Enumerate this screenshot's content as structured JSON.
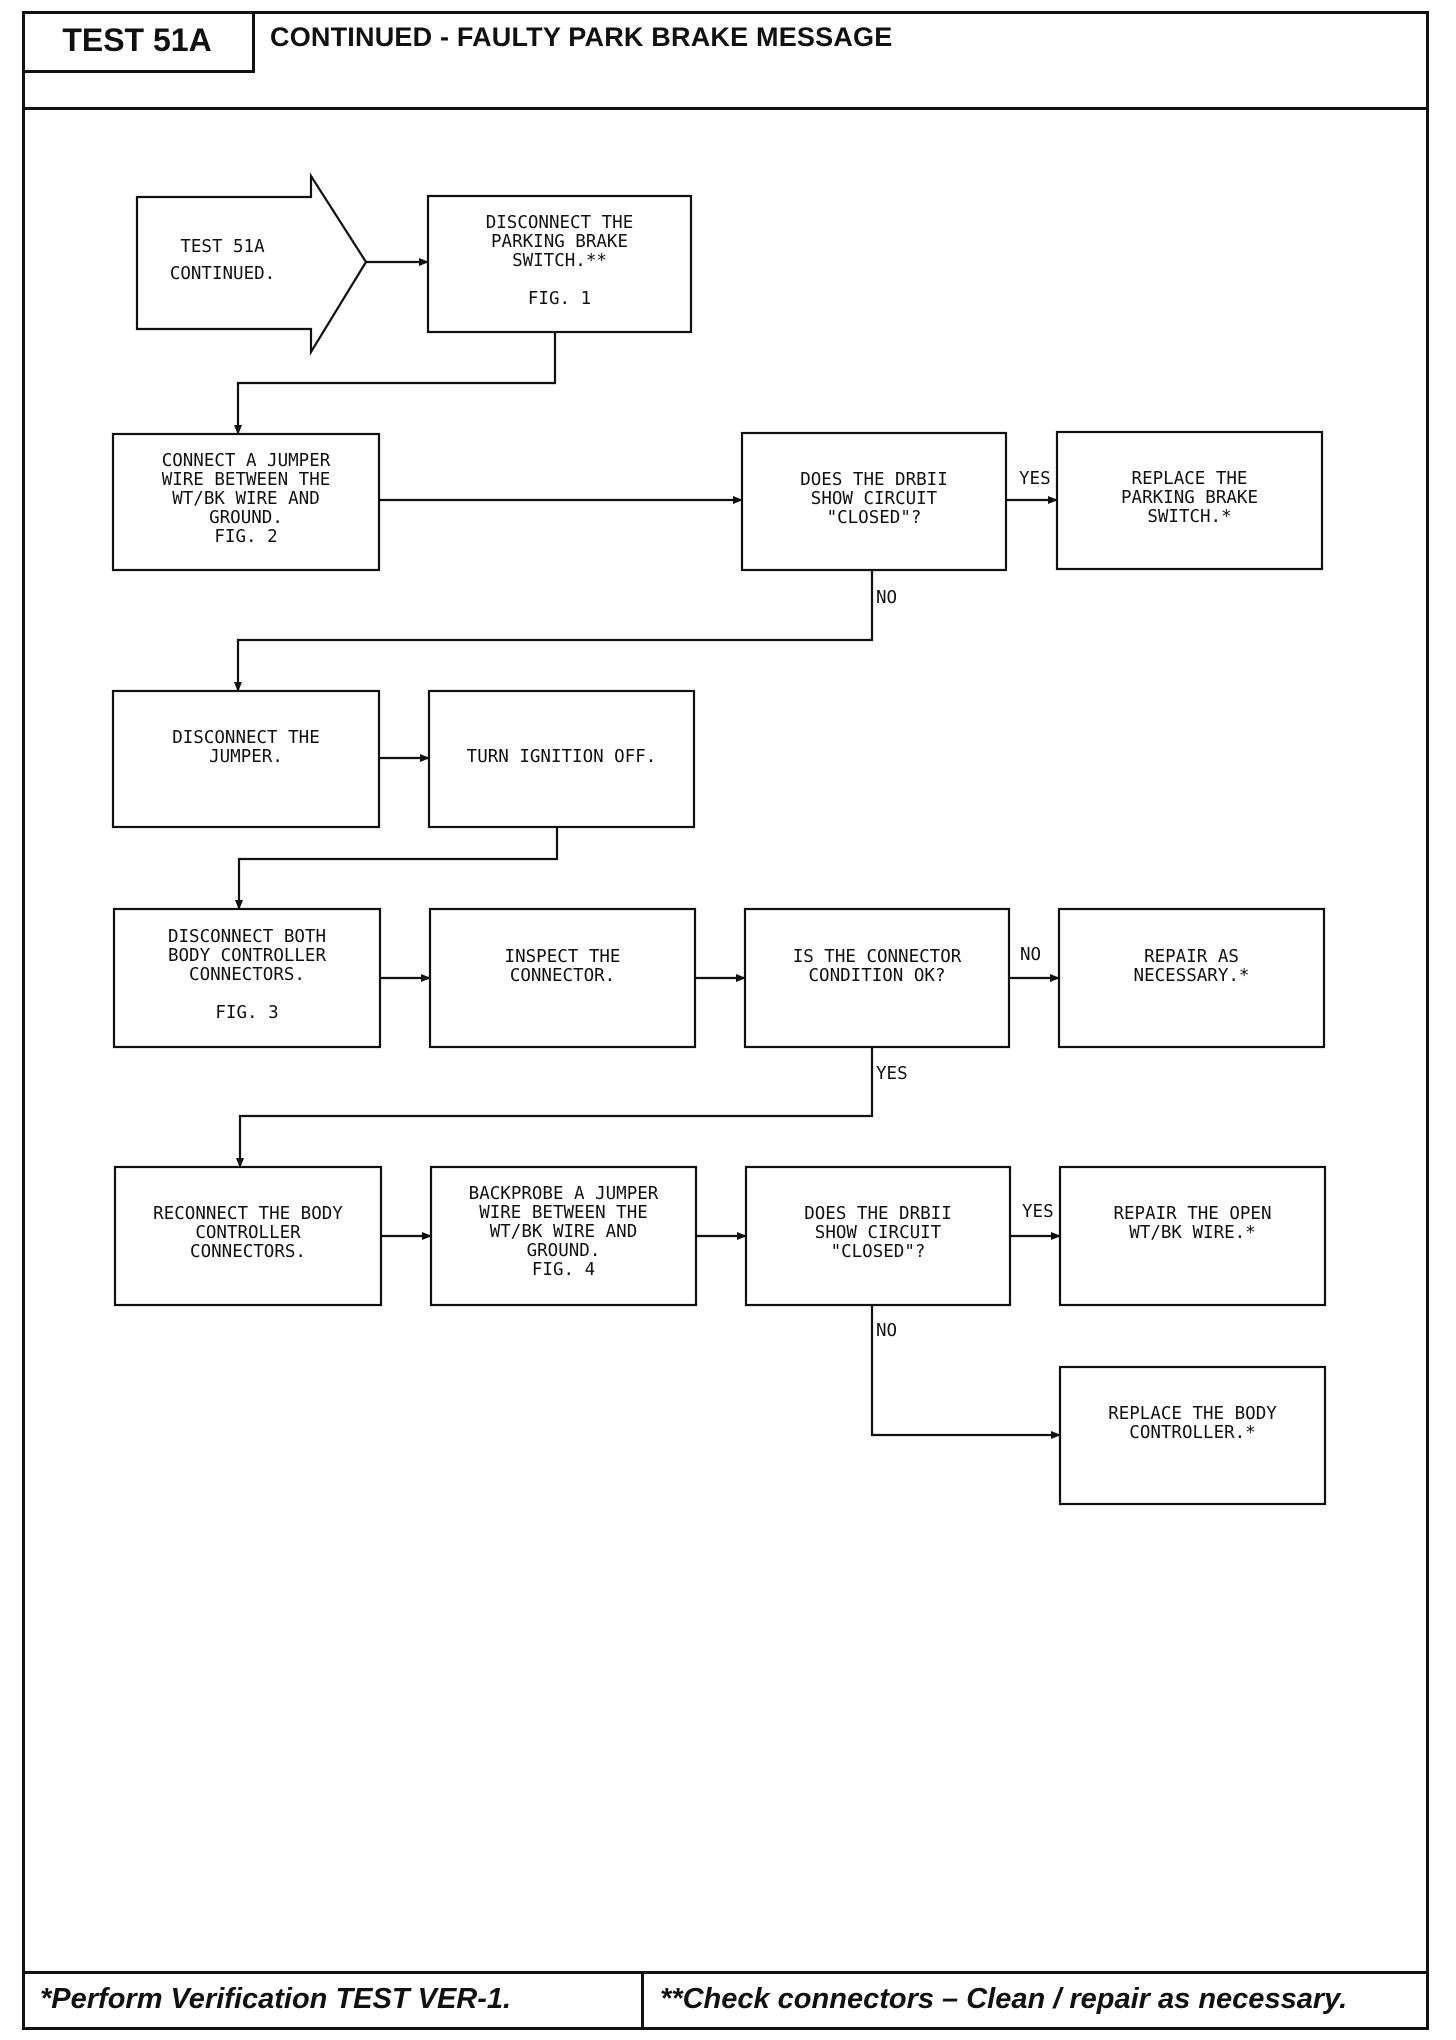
{
  "header": {
    "test_id": "TEST 51A",
    "title": "CONTINUED - FAULTY PARK BRAKE MESSAGE"
  },
  "flowchart": {
    "start": [
      "TEST 51A",
      "CONTINUED."
    ],
    "disconnect_switch": [
      "DISCONNECT THE",
      "PARKING BRAKE",
      "SWITCH.**",
      "",
      "FIG. 1"
    ],
    "connect_jumper": [
      "CONNECT A JUMPER",
      "WIRE BETWEEN THE",
      "WT/BK WIRE AND",
      "GROUND.",
      "FIG. 2"
    ],
    "decision_1": [
      "DOES THE DRBII",
      "SHOW CIRCUIT",
      "\"CLOSED\"?"
    ],
    "replace_switch": [
      "REPLACE THE",
      "PARKING BRAKE",
      "SWITCH.*"
    ],
    "disconnect_jumper": [
      "DISCONNECT THE",
      "JUMPER."
    ],
    "ignition_off": [
      "TURN IGNITION OFF."
    ],
    "disconnect_connectors": [
      "DISCONNECT BOTH",
      "BODY CONTROLLER",
      "CONNECTORS.",
      "",
      "FIG. 3"
    ],
    "inspect_connector": [
      "INSPECT THE",
      "CONNECTOR."
    ],
    "decision_2": [
      "IS THE CONNECTOR",
      "CONDITION OK?"
    ],
    "repair_necessary": [
      "REPAIR AS",
      "NECESSARY.*"
    ],
    "reconnect_connectors": [
      "RECONNECT THE BODY",
      "CONTROLLER",
      "CONNECTORS."
    ],
    "backprobe_jumper": [
      "BACKPROBE A JUMPER",
      "WIRE BETWEEN THE",
      "WT/BK WIRE AND",
      "GROUND.",
      "FIG. 4"
    ],
    "decision_3": [
      "DOES THE DRBII",
      "SHOW CIRCUIT",
      "\"CLOSED\"?"
    ],
    "repair_open_wire": [
      "REPAIR THE OPEN",
      "WT/BK WIRE.*"
    ],
    "replace_controller": [
      "REPLACE THE BODY",
      "CONTROLLER.*"
    ],
    "labels": {
      "yes_1": "YES",
      "no_1": "NO",
      "no_2": "NO",
      "yes_2": "YES",
      "yes_3": "YES",
      "no_3": "NO"
    }
  },
  "footer": {
    "left": "*Perform Verification TEST VER-1.",
    "right": "**Check connectors – Clean / repair as necessary."
  }
}
